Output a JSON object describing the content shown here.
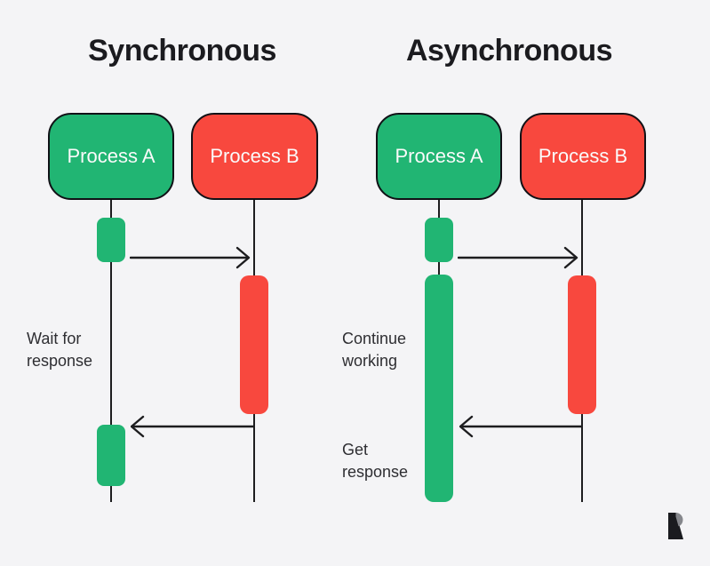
{
  "colors": {
    "bg": "#f4f4f6",
    "green": "#21b573",
    "red": "#f8483e",
    "line": "#1d1d1f",
    "box-border": "#101116",
    "title-text": "#1b1b1f",
    "label-text": "#2e2e32",
    "box-text": "#fafafa",
    "logo-black": "#1a1b1f",
    "logo-gray": "#85878c"
  },
  "panels": [
    {
      "title": "Synchronous",
      "process_a": "Process A",
      "process_b": "Process B",
      "annotations": {
        "wait": "Wait for\nresponse"
      }
    },
    {
      "title": "Asynchronous",
      "process_a": "Process A",
      "process_b": "Process B",
      "annotations": {
        "continue": "Continue\nworking",
        "get": "Get\nresponse"
      }
    }
  ],
  "logo": {
    "icon": "r-mark-logo"
  }
}
